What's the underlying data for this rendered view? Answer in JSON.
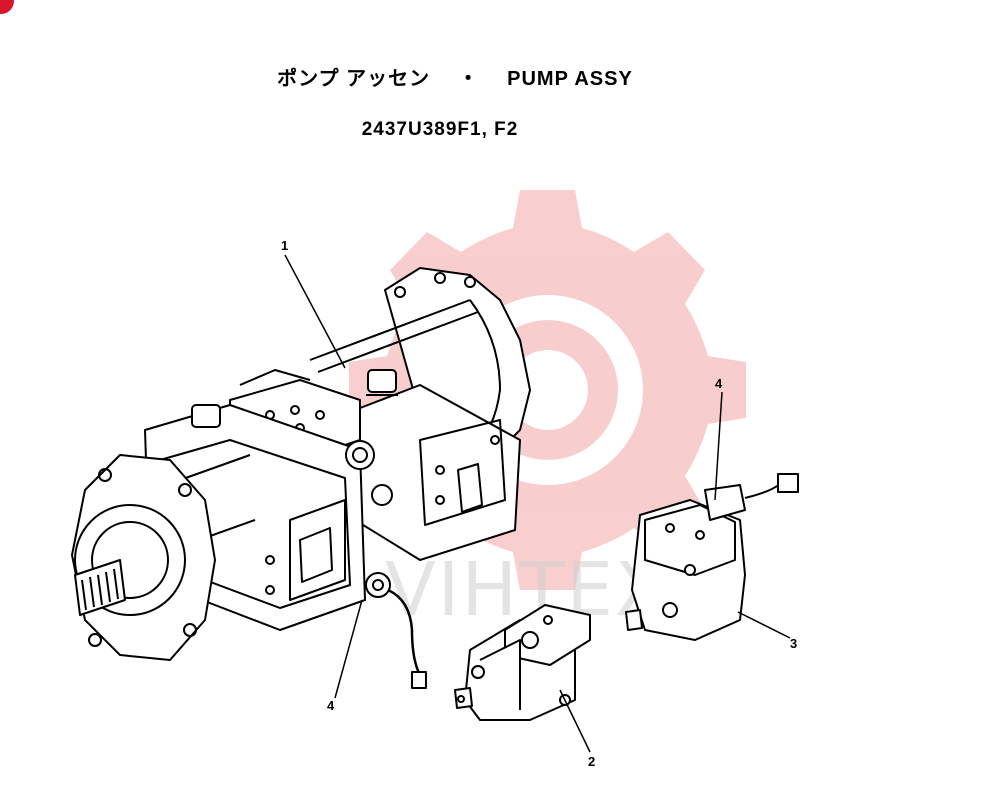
{
  "title": {
    "japanese": "ポンプ アッセン",
    "separator": "・",
    "english": "PUMP ASSY"
  },
  "part_number": "2437U389F1, F2",
  "watermark": {
    "text": "VIHTEX",
    "color": "#f4a6a6"
  },
  "callouts": {
    "main_pump": "1",
    "regulator_front": "2",
    "regulator_rear": "3",
    "sensor_right": "4",
    "sensor_left": "4"
  },
  "colors": {
    "line": "#000000",
    "accent": "#d9162b"
  }
}
